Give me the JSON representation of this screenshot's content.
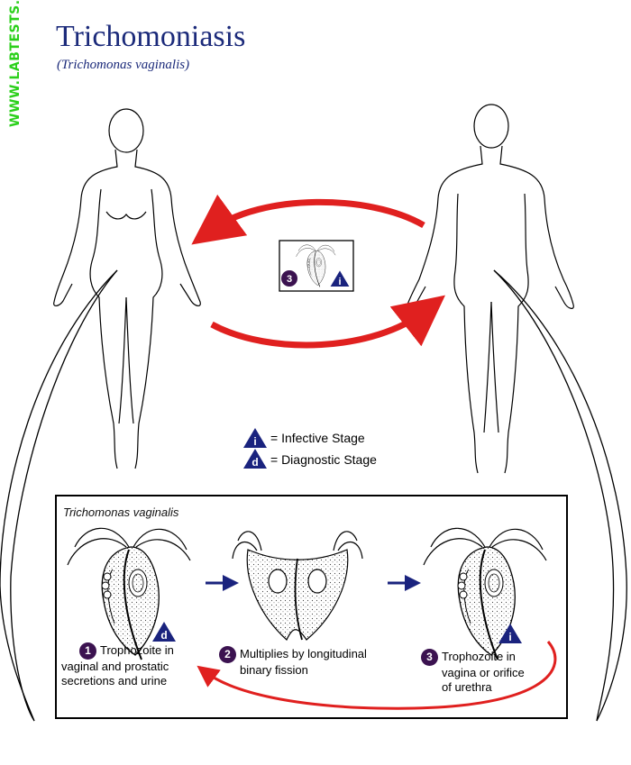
{
  "watermark": "WWW.LABTESTS.IR",
  "title": "Trichomoniasis",
  "subtitle": "(Trichomonas vaginalis)",
  "legend": {
    "infective_letter": "i",
    "infective_text": "= Infective Stage",
    "diagnostic_letter": "d",
    "diagnostic_text": "= Diagnostic Stage"
  },
  "inset": {
    "number": "3",
    "stage_letter": "i"
  },
  "panel": {
    "label": "Trichomonas vaginalis",
    "steps": [
      {
        "number": "1",
        "line1": "Trophozoite in",
        "line2": "vaginal and prostatic",
        "line3": "secretions and urine",
        "stage_letter": "d"
      },
      {
        "number": "2",
        "line1": "Multiplies by longitudinal",
        "line2": "binary fission"
      },
      {
        "number": "3",
        "line1": "Trophozoite in",
        "line2": "vagina or orifice",
        "line3": "of urethra",
        "stage_letter": "i"
      }
    ]
  },
  "colors": {
    "arrow_red": "#e0201f",
    "stage_blue": "#1a237e",
    "number_purple": "#3b1250",
    "title_blue": "#1b2a7a",
    "watermark_green": "#2bd01b"
  }
}
